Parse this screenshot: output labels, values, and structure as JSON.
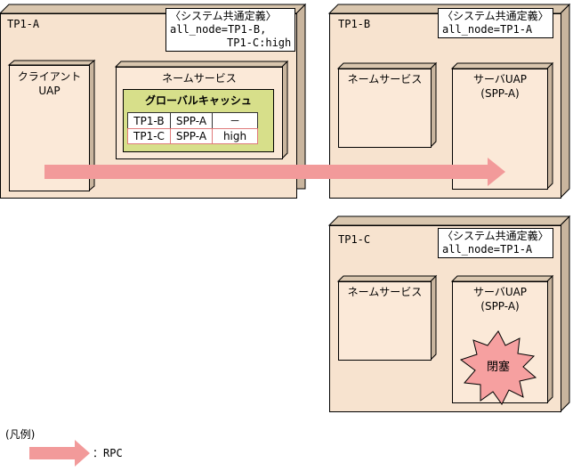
{
  "nodes": {
    "a": {
      "name": "TP1-A",
      "definition_title": "〈システム共通定義〉",
      "definition_lines": [
        "all_node=TP1-B,",
        "TP1-C:high"
      ],
      "client": [
        "クライアント",
        "UAP"
      ],
      "name_service": "ネームサービス",
      "cache_title": "グローバルキャッシュ",
      "cache_rows": [
        [
          "TP1-B",
          "SPP-A",
          "－"
        ],
        [
          "TP1-C",
          "SPP-A",
          "high"
        ]
      ]
    },
    "b": {
      "name": "TP1-B",
      "definition_title": "〈システム共通定義〉",
      "definition_line": "all_node=TP1-A",
      "name_service": "ネームサービス",
      "server_title": "サーバUAP",
      "server_sub": "(SPP-A)"
    },
    "c": {
      "name": "TP1-C",
      "definition_title": "〈システム共通定義〉",
      "definition_line": "all_node=TP1-A",
      "name_service": "ネームサービス",
      "server_title": "サーバUAP",
      "server_sub": "(SPP-A)",
      "blocked_label": "閉塞"
    }
  },
  "legend": {
    "title": "(凡例)",
    "rpc_label": "：RPC"
  },
  "colors": {
    "node_fill": "#f7e3cf",
    "node_side": "#c9b59e",
    "box_fill": "#fbe9d8",
    "cache_fill": "#d7df8a",
    "arrow": "#f29a9a",
    "burst": "#f6a0a0"
  }
}
